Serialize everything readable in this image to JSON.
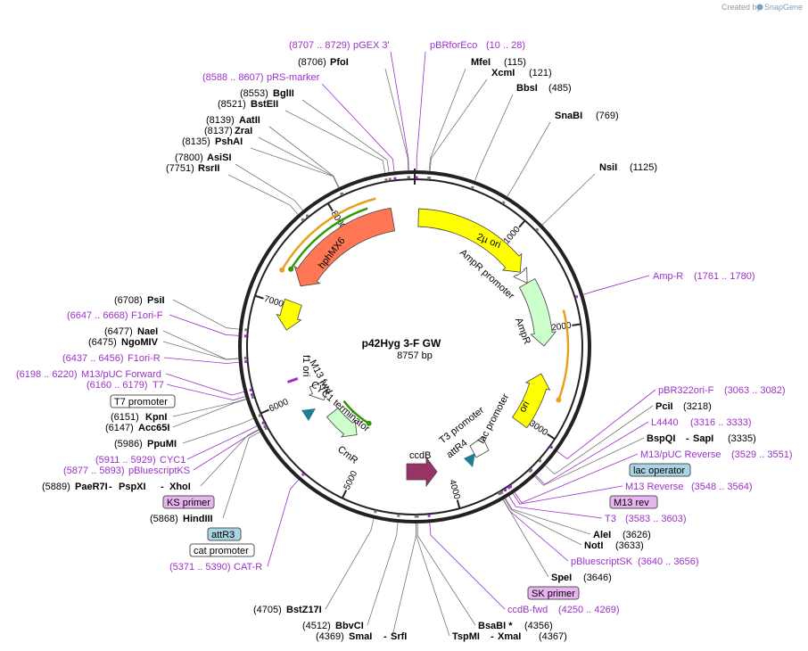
{
  "credit": {
    "prefix": "Created by",
    "brand": "SnapGene"
  },
  "plasmid": {
    "name": "p42Hyg 3-F GW",
    "length": "8757 bp"
  },
  "ticks": [
    "1000",
    "2000",
    "3000",
    "4000",
    "5000",
    "6000",
    "7000",
    "8000"
  ],
  "features": [
    {
      "label": "2µ ori",
      "color": "#ffff00"
    },
    {
      "label": "AmpR promoter",
      "color": "#ffffff"
    },
    {
      "label": "AmpR",
      "color": "#ccffcc"
    },
    {
      "label": "ori",
      "color": "#ffff00"
    },
    {
      "label": "lac promoter",
      "color": "#ffffff"
    },
    {
      "label": "T3 promoter",
      "color": "#ffffff"
    },
    {
      "label": "attR4",
      "color": "#1f7f8f"
    },
    {
      "label": "ccdB",
      "color": "#993366"
    },
    {
      "label": "CmR",
      "color": "#ccffcc"
    },
    {
      "label": "CYC1 terminator",
      "color": "#ffffff"
    },
    {
      "label": "M13 fwd",
      "color": "#9b30c8"
    },
    {
      "label": "f1 ori",
      "color": "#ffff00"
    },
    {
      "label": "hphMX6",
      "color": "#ff7755"
    }
  ],
  "colors": {
    "enzyme": "#000000",
    "primer": "#9b30c8",
    "orf": "#e8a020",
    "orf2": "#339900",
    "backbone": "#222222"
  },
  "labels": {
    "pGEX3": {
      "range": "(8707 .. 8729)",
      "name": "pGEX 3'"
    },
    "pBRforEco": {
      "name": "pBRforEco",
      "range": "(10 .. 28)"
    },
    "PfoI": {
      "pos": "(8706)",
      "name": "PfoI"
    },
    "MfeI": {
      "name": "MfeI",
      "pos": "(115)"
    },
    "XcmI": {
      "name": "XcmI",
      "pos": "(121)"
    },
    "BbsI": {
      "name": "BbsI",
      "pos": "(485)"
    },
    "SnaBI": {
      "name": "SnaBI",
      "pos": "(769)"
    },
    "NsiI": {
      "name": "NsiI",
      "pos": "(1125)"
    },
    "pRSmarker": {
      "range": "(8588 .. 8607)",
      "name": "pRS-marker"
    },
    "BglII": {
      "pos": "(8553)",
      "name": "BglII"
    },
    "BstEII": {
      "pos": "(8521)",
      "name": "BstEII"
    },
    "AatII": {
      "pos": "(8139)",
      "name": "AatII"
    },
    "ZraI": {
      "pos": "(8137)",
      "name": "ZraI"
    },
    "PshAI": {
      "pos": "(8135)",
      "name": "PshAI"
    },
    "AsiSI": {
      "pos": "(7800)",
      "name": "AsiSI"
    },
    "RsrII": {
      "pos": "(7751)",
      "name": "RsrII"
    },
    "AmpR": {
      "name": "Amp-R",
      "range": "(1761 .. 1780)"
    },
    "PsiI": {
      "pos": "(6708)",
      "name": "PsiI"
    },
    "F1oriF": {
      "range": "(6647 .. 6668)",
      "name": "F1ori-F"
    },
    "NaeI": {
      "pos": "(6477)",
      "name": "NaeI"
    },
    "NgoMIV": {
      "pos": "(6475)",
      "name": "NgoMIV"
    },
    "F1oriR": {
      "range": "(6437 .. 6456)",
      "name": "F1ori-R"
    },
    "M13pUCFwd": {
      "range": "(6198 .. 6220)",
      "name": "M13/pUC Forward"
    },
    "T7": {
      "range": "(6160 .. 6179)",
      "name": "T7"
    },
    "T7promoter": {
      "name": "T7 promoter"
    },
    "KpnI": {
      "pos": "(6151)",
      "name": "KpnI"
    },
    "Acc65I": {
      "pos": "(6147)",
      "name": "Acc65I"
    },
    "PpuMI": {
      "pos": "(5986)",
      "name": "PpuMI"
    },
    "CYC1": {
      "range": "(5911 .. 5929)",
      "name": "CYC1"
    },
    "pBluescriptKS": {
      "range": "(5877 .. 5893)",
      "name": "pBluescriptKS"
    },
    "PaeR7I": {
      "pos": "(5889)",
      "name": "PaeR7I",
      "name2": "PspXI",
      "name3": "XhoI"
    },
    "KSprimer": {
      "name": "KS primer"
    },
    "HindIII": {
      "pos": "(5868)",
      "name": "HindIII"
    },
    "attR3": {
      "name": "attR3"
    },
    "catpromoter": {
      "name": "cat promoter"
    },
    "CATR": {
      "range": "(5371 .. 5390)",
      "name": "CAT-R"
    },
    "pBR322oriF": {
      "name": "pBR322ori-F",
      "range": "(3063 .. 3082)"
    },
    "PciI": {
      "name": "PciI",
      "pos": "(3218)"
    },
    "L4440": {
      "name": "L4440",
      "range": "(3316 .. 3333)"
    },
    "BspQI": {
      "name": "BspQI",
      "name2": "SapI",
      "pos": "(3335)"
    },
    "M13pUCRev": {
      "name": "M13/pUC Reverse",
      "range": "(3529 .. 3551)"
    },
    "lacoperator": {
      "name": "lac operator"
    },
    "M13ReverseLong": {
      "name": "M13 Reverse",
      "range": "(3548 .. 3564)"
    },
    "M13rev": {
      "name": "M13 rev"
    },
    "T3": {
      "name": "T3",
      "range": "(3583 .. 3603)"
    },
    "AleI": {
      "name": "AleI",
      "pos": "(3626)"
    },
    "NotI": {
      "name": "NotI",
      "pos": "(3633)"
    },
    "pBluescriptSK": {
      "name": "pBluescriptSK",
      "range": "(3640 .. 3656)"
    },
    "SpeI": {
      "name": "SpeI",
      "pos": "(3646)"
    },
    "SKprimer": {
      "name": "SK primer"
    },
    "ccdBfwd": {
      "name": "ccdB-fwd",
      "range": "(4250 .. 4269)"
    },
    "BsaBI": {
      "name": "BsaBI *",
      "pos": "(4356)"
    },
    "TspMI": {
      "name": "TspMI",
      "name2": "XmaI",
      "pos": "(4367)"
    },
    "SmaI": {
      "pos": "(4369)",
      "name": "SmaI",
      "name2": "SrfI"
    },
    "BbvCI": {
      "pos": "(4512)",
      "name": "BbvCI"
    },
    "BstZ17I": {
      "pos": "(4705)",
      "name": "BstZ17I"
    }
  }
}
